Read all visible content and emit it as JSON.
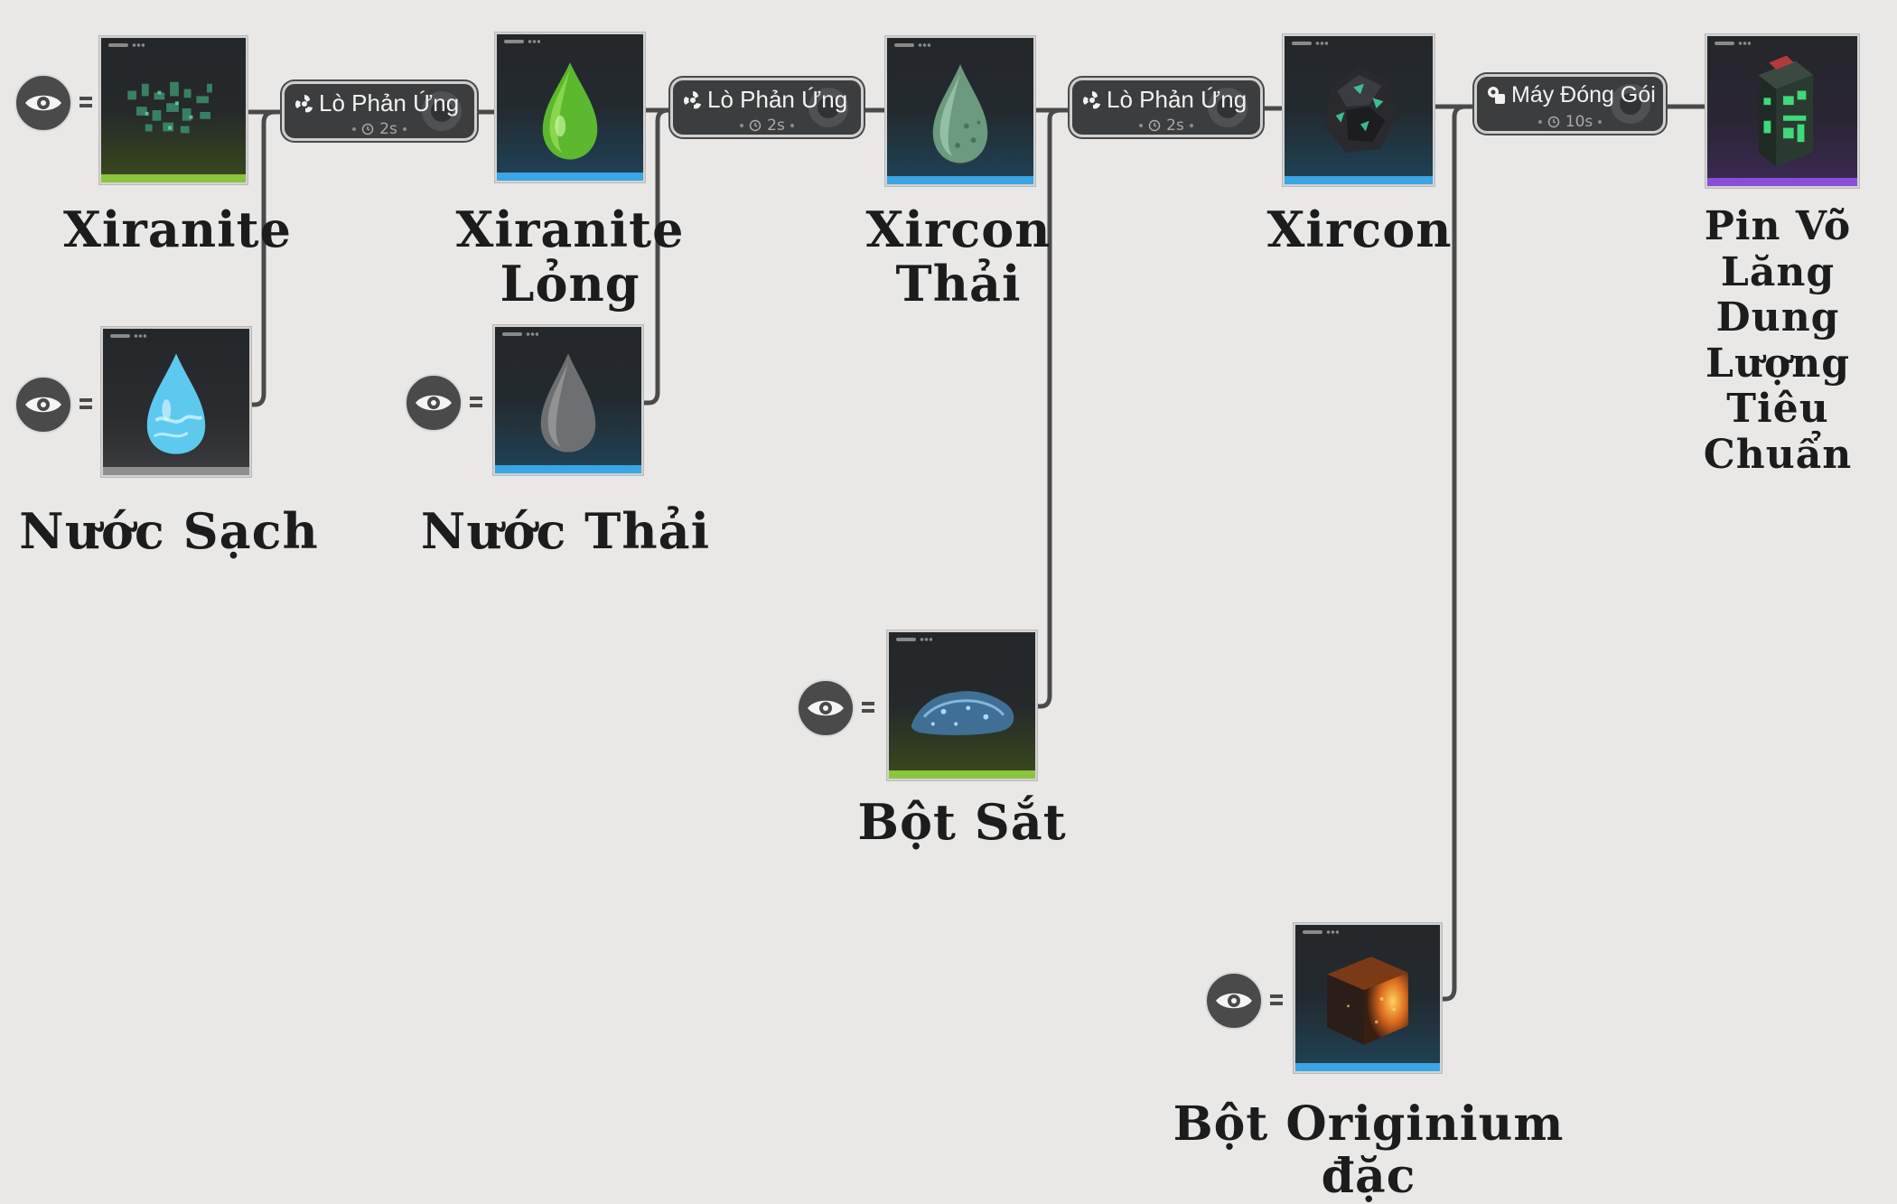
{
  "colors": {
    "background": "#e9e8e6",
    "wire": "#4a4a4a",
    "bar_green": "#8bc53f",
    "bar_blue": "#3aa6e6",
    "bar_gray": "#8f8f8f",
    "bar_purple": "#8a4fd6"
  },
  "items": {
    "xiranite": {
      "name": "Xiranite",
      "icon": "crystal-cluster-icon"
    },
    "clean_water": {
      "name": "Nước Sạch",
      "icon": "water-drop-icon"
    },
    "liquid_xiranite": {
      "name": "Xiranite\nLỏng",
      "icon": "green-drop-icon"
    },
    "waste_water": {
      "name": "Nước Thải",
      "icon": "gray-drop-icon"
    },
    "waste_xircon": {
      "name": "Xircon\nThải",
      "icon": "teal-drop-icon"
    },
    "iron_powder": {
      "name": "Bột Sắt",
      "icon": "ore-pile-icon"
    },
    "xircon": {
      "name": "Xircon",
      "icon": "ore-chunk-icon"
    },
    "originium_powder": {
      "name": "Bột Originium đặc",
      "icon": "glowing-cube-icon"
    },
    "battery": {
      "name": "Pin Võ\nLăng Dung\nLượng Tiêu\nChuẩn",
      "icon": "battery-pack-icon"
    }
  },
  "machines": {
    "reactor_1": {
      "label": "Lò Phản Ứng",
      "time": "2s",
      "icon": "reactor-icon"
    },
    "reactor_2": {
      "label": "Lò Phản Ứng",
      "time": "2s",
      "icon": "reactor-icon"
    },
    "reactor_3": {
      "label": "Lò Phản Ứng",
      "time": "2s",
      "icon": "reactor-icon"
    },
    "packer": {
      "label": "Máy Đóng Gói",
      "time": "10s",
      "icon": "packer-icon"
    }
  }
}
